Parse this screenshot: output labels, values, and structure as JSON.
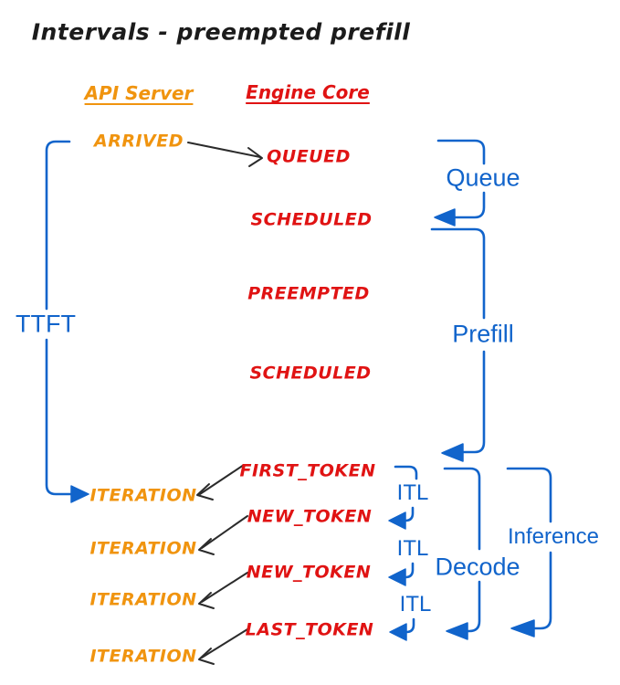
{
  "title": "Intervals - preempted prefill",
  "columns": {
    "api_server": "API Server",
    "engine_core": "Engine Core"
  },
  "events": {
    "arrived": "ARRIVED",
    "queued": "QUEUED",
    "scheduled_1": "SCHEDULED",
    "preempted": "PREEMPTED",
    "scheduled_2": "SCHEDULED",
    "first_token": "FIRST_TOKEN",
    "new_token_1": "NEW_TOKEN",
    "new_token_2": "NEW_TOKEN",
    "last_token": "LAST_TOKEN",
    "iteration_1": "ITERATION",
    "iteration_2": "ITERATION",
    "iteration_3": "ITERATION",
    "iteration_4": "ITERATION"
  },
  "intervals": {
    "ttft": "TTFT",
    "queue": "Queue",
    "prefill": "Prefill",
    "itl_1": "ITL",
    "itl_2": "ITL",
    "itl_3": "ITL",
    "decode": "Decode",
    "inference": "Inference"
  },
  "colors": {
    "api_server_orange": "#F0940F",
    "engine_core_red": "#E01313",
    "interval_blue": "#1164CB",
    "arrow_black": "#2B2B2B",
    "background": "#FFFFFF"
  }
}
